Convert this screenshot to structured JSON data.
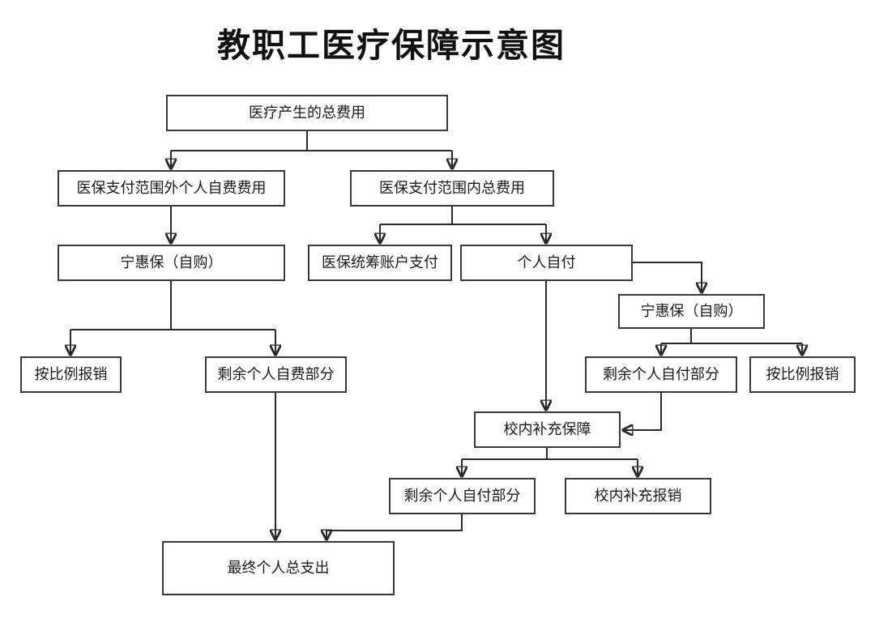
{
  "title": "教职工医疗保障示意图",
  "nodes": {
    "total_cost": "医疗产生的总费用",
    "out_of_scope_self_paid": "医保支付范围外个人自费费用",
    "in_scope_total": "医保支付范围内总费用",
    "ninghuibao_left": "宁惠保（自购）",
    "pooled_account_pay": "医保统筹账户支付",
    "personal_pay": "个人自付",
    "ninghuibao_right": "宁惠保（自购）",
    "proportional_reimburse_left": "按比例报销",
    "remaining_self_paid": "剩余个人自费部分",
    "remaining_personal_pay_right": "剩余个人自付部分",
    "proportional_reimburse_right": "按比例报销",
    "campus_supplement_security": "校内补充保障",
    "remaining_personal_pay_bottom": "剩余个人自付部分",
    "campus_supplement_reimburse": "校内补充报销",
    "final_personal_total": "最终个人总支出"
  }
}
